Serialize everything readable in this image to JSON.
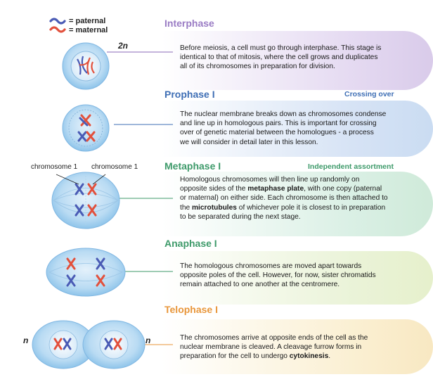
{
  "legend": {
    "paternal": "= paternal",
    "maternal": "= maternal",
    "colors": {
      "paternal": "#4a5bb5",
      "maternal": "#e2503c"
    }
  },
  "labels": {
    "ploidy_2n": "2n",
    "ploidy_n_left": "n",
    "ploidy_n_right": "n",
    "chromosome_left": "chromosome 1",
    "chromosome_right": "chromosome 1"
  },
  "stages": [
    {
      "title": "Interphase",
      "color": "#9a7cc4",
      "tag": "",
      "text": [
        "Before meiosis, a cell must go through interphase. This stage is",
        "identical to that of mitosis, where the cell grows and duplicates",
        "all of its chromosomes in preparation for division."
      ]
    },
    {
      "title": "Prophase I",
      "color": "#3f6fb5",
      "tag": "Crossing over",
      "text": [
        "The nuclear membrane breaks down as chromosomes condense",
        "and line up in homologous pairs. This is important for crossing",
        "over of genetic material between the homologues - a process",
        "we will consider in detail later in this lesson."
      ]
    },
    {
      "title": "Metaphase I",
      "color": "#3e9a6a",
      "tag": "Independent assortment",
      "text_parts": {
        "l1": "Homologous chromosomes will then line up randomly on",
        "l2_a": "opposite sides of the ",
        "l2_b": "metaphase plate",
        "l2_c": ", with one copy (paternal",
        "l3": "or maternal) on either side. Each chromosome is then attached to",
        "l4_a": "the ",
        "l4_b": "microtubules",
        "l4_c": " of whichever pole it is closest to in preparation",
        "l5": "to be separated during the next stage."
      }
    },
    {
      "title": "Anaphase I",
      "color": "#3e9a6a",
      "tag": "",
      "text": [
        "The homologous chromosomes are moved apart towards",
        "opposite poles of the cell. However, for now, sister chromatids",
        "remain attached to one another at the centromere."
      ]
    },
    {
      "title": "Telophase I",
      "color": "#e8963a",
      "tag": "",
      "text_parts": {
        "l1": "The chromosomes arrive at opposite ends of the cell as the",
        "l2": "nuclear membrane is cleaved. A cleavage furrow forms in",
        "l3_a": "preparation for the cell to undergo ",
        "l3_b": "cytokinesis",
        "l3_c": "."
      }
    }
  ]
}
